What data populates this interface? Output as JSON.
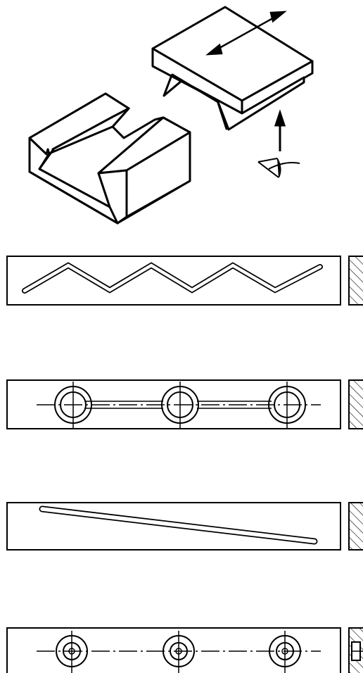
{
  "diagram": {
    "view_direction_icon": "eye-icon",
    "motion_icon": "double-arrow-icon",
    "line_color": "#000000",
    "background_color": "#ffffff",
    "views": [
      {
        "id": "view-1",
        "feature": "zigzag-groove"
      },
      {
        "id": "view-2",
        "feature": "holes-with-centerline"
      },
      {
        "id": "view-3",
        "feature": "diagonal-groove"
      },
      {
        "id": "view-4",
        "feature": "counterbored-holes-with-centerline"
      }
    ]
  }
}
